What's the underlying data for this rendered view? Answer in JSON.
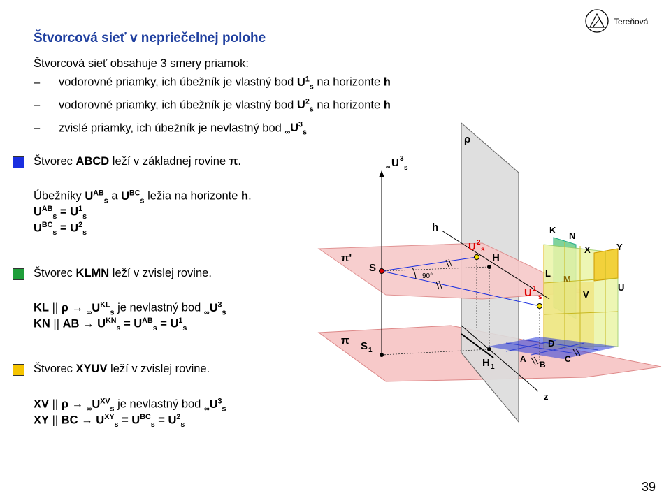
{
  "header": {
    "title": "Štvorcová sieť v nepriečelnej polohe",
    "author": "Tereňová"
  },
  "intro": {
    "line0": "Štvorcová sieť obsahuje 3 smery priamok:",
    "items": [
      {
        "dash": "–",
        "text": "vodorovné priamky, ich úbežník je vlastný bod",
        "b": "U",
        "sup": "1",
        "sub": "s",
        "tail": " na horizonte ",
        "tb": "h"
      },
      {
        "dash": "–",
        "text": "vodorovné priamky, ich úbežník je vlastný bod",
        "b": "U",
        "sup": "2",
        "sub": "s",
        "tail": " na horizonte ",
        "tb": "h"
      },
      {
        "dash": "–",
        "text": "zvislé priamky, ich úbežník je nevlastný bod",
        "pre": "∞",
        "b": "U",
        "sup": "3",
        "sub": "s"
      }
    ]
  },
  "colors": {
    "abcd": "#1a2fe0",
    "klmn": "#1f9e3a",
    "xyuv": "#f5c400",
    "title": "#1f3f9f"
  },
  "blocks": {
    "abcd": {
      "l1a": "Štvorec ",
      "l1b": "ABCD",
      "l1c": " leží v základnej rovine ",
      "l1d": "π",
      "l1e": ".",
      "l2a": "Úbežníky ",
      "l2c": " a ",
      "l2e": " ležia na horizonte ",
      "l2f": "h",
      "l2g": ".",
      "U": "U",
      "AB": "AB",
      "BC": "BC",
      "s": "s",
      "eq": " = ",
      "one": "1",
      "two": "2"
    },
    "klmn": {
      "l1a": "Štvorec ",
      "l1b": "KLMN",
      "l1c": " leží v zvislej rovine.",
      "KL": "KL",
      "par": " || ",
      "rho": "ρ",
      "arrow": " → ",
      "inf": "∞",
      "U": "U",
      "s": "s",
      "mid": " je nevlastný bod ",
      "three": "3",
      "KN": "KN",
      "AB": "AB",
      "one": "1",
      "eq": " = "
    },
    "xyuv": {
      "l1a": "Štvorec ",
      "l1b": "XYUV",
      "l1c": " leží v zvislej rovine.",
      "XV": "XV",
      "par": " || ",
      "rho": "ρ",
      "arrow": " → ",
      "inf": "∞",
      "U": "U",
      "s": "s",
      "mid": " je nevlastný bod ",
      "three": "3",
      "XY": "XY",
      "BC": "BC",
      "two": "2",
      "eq": " = "
    }
  },
  "figure": {
    "rho": "ρ",
    "inf": "∞",
    "U": "U",
    "three": "3",
    "s": "s",
    "h": "h",
    "pi_prime": "π'",
    "S": "S",
    "H": "H",
    "pi": "π",
    "S1": "S",
    "H1": "H",
    "one": "1",
    "two": "2",
    "angle": "90°",
    "z": "z",
    "K": "K",
    "N": "N",
    "X": "X",
    "Y": "Y",
    "L": "L",
    "M": "M",
    "V": "V",
    "Ulabel": "U",
    "A": "A",
    "B": "B",
    "C": "C",
    "D": "D"
  },
  "footer": {
    "page": "39"
  }
}
